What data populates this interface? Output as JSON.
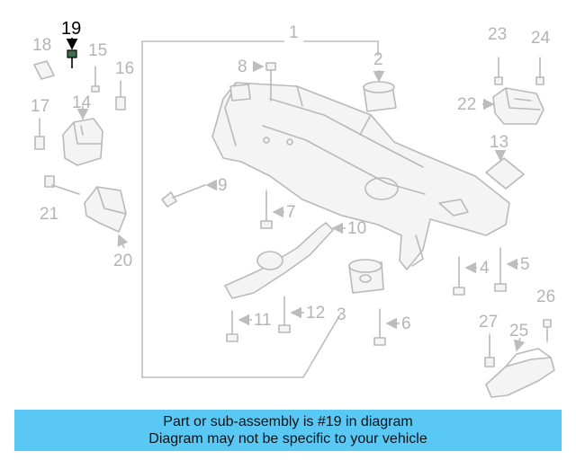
{
  "diagram": {
    "highlighted_part": "19",
    "callouts": [
      "1",
      "2",
      "3",
      "4",
      "5",
      "6",
      "7",
      "8",
      "9",
      "10",
      "11",
      "12",
      "13",
      "14",
      "15",
      "16",
      "17",
      "18",
      "19",
      "20",
      "21",
      "22",
      "23",
      "24",
      "25",
      "26",
      "27"
    ]
  },
  "banner": {
    "line1": "Part or sub-assembly is #19 in diagram",
    "line2": "Diagram may not be specific to your vehicle"
  },
  "colors": {
    "banner_bg": "#5ac8f5",
    "line_art": "#b9b9b9",
    "highlight": "#000000"
  }
}
